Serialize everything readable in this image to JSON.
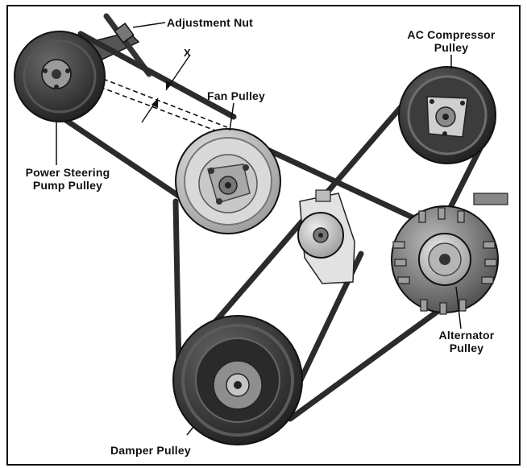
{
  "figure": {
    "labels": {
      "adjustment_nut": "Adjustment Nut",
      "x_marker": "X",
      "fan_pulley": "Fan Pulley",
      "ac_compressor_line1": "AC Compressor",
      "ac_compressor_line2": "Pulley",
      "power_steering_line1": "Power Steering",
      "power_steering_line2": "Pump Pulley",
      "alternator_line1": "Alternator",
      "alternator_line2": "Pulley",
      "damper_pulley": "Damper Pulley"
    },
    "colors": {
      "ink": "#111111",
      "belt": "#2b2b2b",
      "pulley_dark": "#3a3a3a",
      "pulley_mid": "#8c8c8c",
      "pulley_light": "#d6d6d6"
    }
  }
}
